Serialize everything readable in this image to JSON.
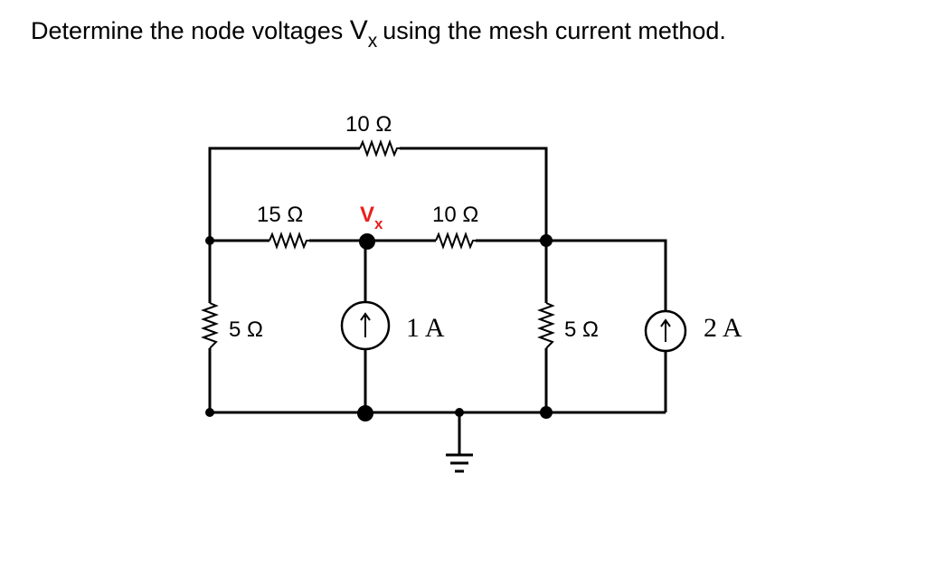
{
  "question": {
    "text_before": "Determine the node voltages ",
    "v": "V",
    "v_sub": "x",
    "text_after": "using the mesh current method."
  },
  "circuit": {
    "resistor_top": "10 Ω",
    "resistor_left_horizontal": "15 Ω",
    "resistor_middle_horizontal": "10 Ω",
    "resistor_left_vertical": "5 Ω",
    "resistor_right_vertical": "5 Ω",
    "node_label": "V",
    "node_label_sub": "x",
    "node_label_color": "#e8201c",
    "source_middle": "1 A",
    "source_right": "2 A"
  }
}
